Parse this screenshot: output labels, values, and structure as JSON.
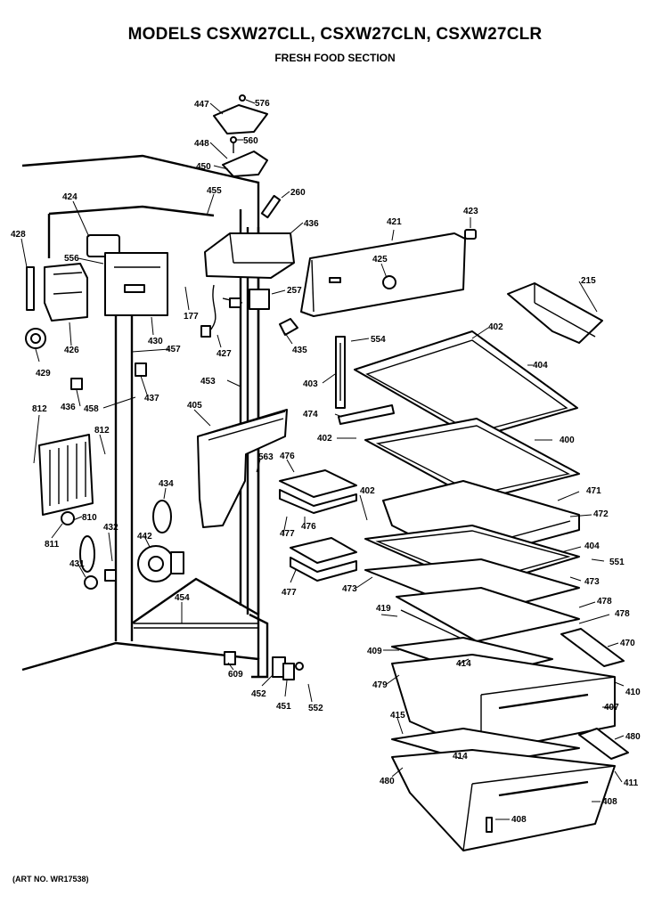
{
  "title": "MODELS CSXW27CLL, CSXW27CLN, CSXW27CLR",
  "subtitle": "FRESH FOOD SECTION",
  "art_number": "(ART NO. WR17538)",
  "part_labels": {
    "p447": "447",
    "p576": "576",
    "p448": "448",
    "p560": "560",
    "p450": "450",
    "p455": "455",
    "p260": "260",
    "p436": "436",
    "p421": "421",
    "p423": "423",
    "p424": "424",
    "p428": "428",
    "p556": "556",
    "p426": "426",
    "p429": "429",
    "p430": "430",
    "p457": "457",
    "p177": "177",
    "p427": "427",
    "p257": "257",
    "p425": "425",
    "p215": "215",
    "p435": "435",
    "p554": "554",
    "p402a": "402",
    "p403": "403",
    "p404a": "404",
    "p437": "437",
    "p453": "453",
    "p436b": "436",
    "p458": "458",
    "p812a": "812",
    "p812b": "812",
    "p474": "474",
    "p402b": "402",
    "p400": "400",
    "p405": "405",
    "p563": "563",
    "p476a": "476",
    "p476b": "476",
    "p477a": "477",
    "p477b": "477",
    "p434": "434",
    "p402c": "402",
    "p471": "471",
    "p472": "472",
    "p810": "810",
    "p811": "811",
    "p432": "432",
    "p442": "442",
    "p404b": "404",
    "p551": "551",
    "p431": "431",
    "p473a": "473",
    "p473b": "473",
    "p454": "454",
    "p419": "419",
    "p478a": "478",
    "p478b": "478",
    "p409": "409",
    "p479": "479",
    "p414a": "414",
    "p470": "470",
    "p410": "410",
    "p609": "609",
    "p452": "452",
    "p451": "451",
    "p552": "552",
    "p407": "407",
    "p415": "415",
    "p480a": "480",
    "p414b": "414",
    "p480b": "480",
    "p411": "411",
    "p408a": "408",
    "p408b": "408"
  }
}
